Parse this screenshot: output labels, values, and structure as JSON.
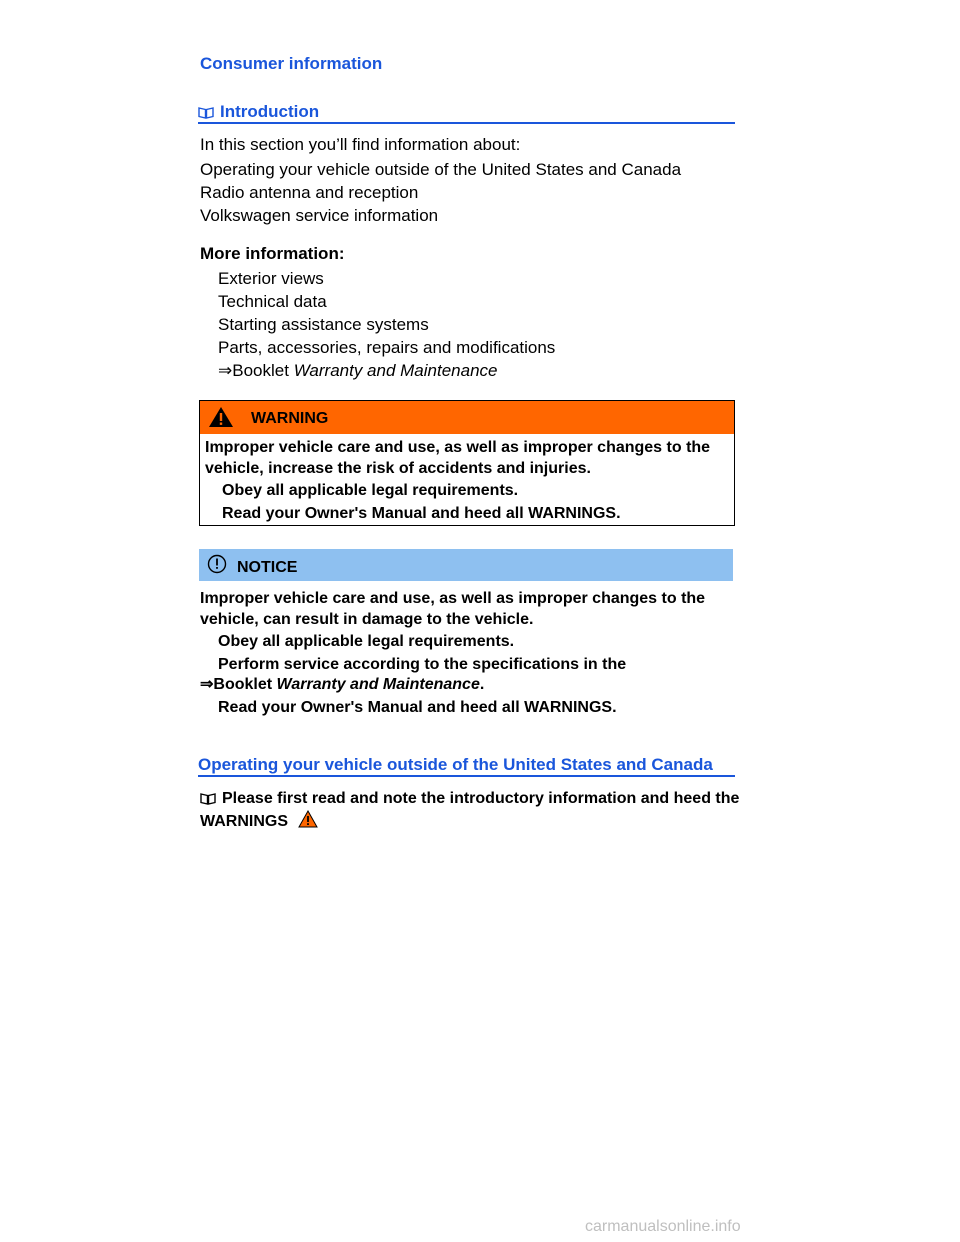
{
  "chapter_title": "Consumer information",
  "section_title": "Introduction",
  "intro_text": "In this section you’ll find information about:",
  "topics": [
    "Operating your vehicle outside of the United States and Canada",
    "Radio antenna and reception",
    "Volkswagen service information"
  ],
  "more_info": {
    "heading": "More information:",
    "items": [
      "Exterior views",
      "Technical data",
      "Starting assistance systems",
      "Parts, accessories, repairs and modifications"
    ],
    "booklet_arrow": "⇒",
    "booklet_prefix": "Booklet",
    "booklet_title": "Warranty and Maintenance"
  },
  "warning": {
    "label": "WARNING",
    "text": "Improper vehicle care and use, as well as improper changes to the vehicle, increase the risk of accidents and injuries.",
    "items": [
      "Obey all applicable legal requirements.",
      "Read your Owner's Manual and heed all WARNINGS."
    ],
    "header_color": "#ff6600"
  },
  "notice": {
    "label": "NOTICE",
    "text": "Improper vehicle care and use, as well as improper changes to the vehicle, can result in damage to the vehicle.",
    "item1": "Obey all applicable legal requirements.",
    "item2_line1": "Perform service according to the specifications in the",
    "item2_arrow": "⇒",
    "item2_booklet": "Booklet",
    "item2_title": "Warranty and Maintenance",
    "item2_period": ".",
    "item3": "Read your Owner's Manual and heed all WARNINGS.",
    "header_color": "#8ec0f0"
  },
  "section2_title": "Operating your vehicle outside of the United States and Canada",
  "read_note": "Please first read and note the introductory information and heed the WARNINGS",
  "watermark": "carmanualsonline.info",
  "colors": {
    "heading_blue": "#1a56db",
    "warning_orange": "#ff6600",
    "notice_blue": "#8ec0f0"
  },
  "icons": {
    "section": "book-icon",
    "warning": "warning-triangle-icon",
    "notice": "exclamation-circle-icon"
  }
}
